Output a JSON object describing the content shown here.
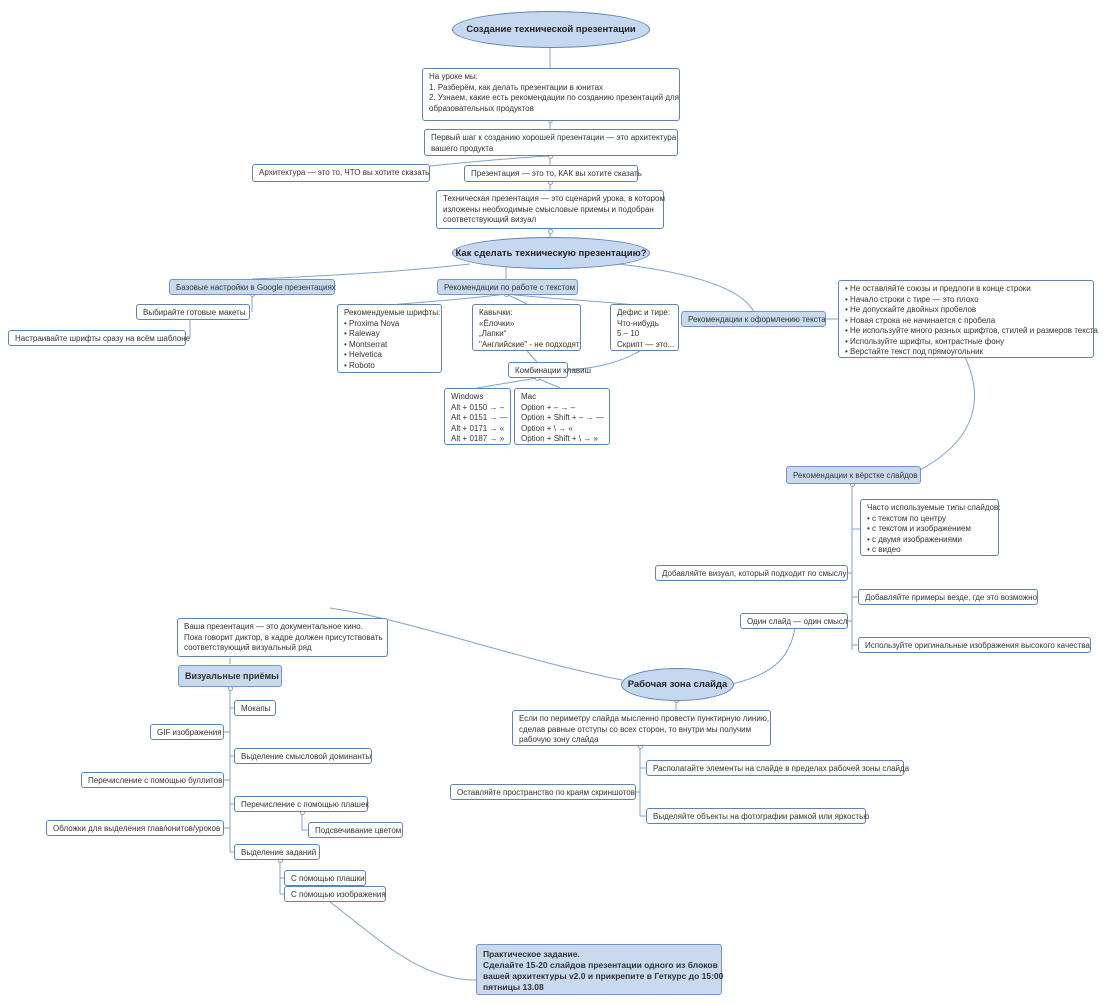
{
  "title": "Создание технической презентации",
  "intro": [
    "На уроке мы:",
    "1. Разберём, как делать презентации в юнитах",
    "2. Узнаем, какие есть рекомендации по созданию презентаций для",
    "образовательных продуктов"
  ],
  "first_step": [
    "Первый шаг к созданию хорошей презентации — это архитектура",
    "вашего продукта"
  ],
  "architecture": "Архитектура — это то, ЧТО вы хотите сказать",
  "presentation_how": "Презентация — это то, КАК вы хотите сказать",
  "tech_presentation": [
    "Техническая презентация — это сценарий урока, в котором",
    "изложены необходимые смысловые приемы и подобран",
    "соответствующий визуал"
  ],
  "how_to": "Как сделать техническую презентацию?",
  "google_settings": "Базовые настройки в Google презентациях",
  "choose_layouts": "Выбирайте готовые макеты",
  "setup_fonts": "Настраивайте шрифты сразу на всём шаблоне",
  "text_recs": "Рекомендации по работе с текстом",
  "fonts": [
    "Рекомендуемые шрифты:",
    "• Proxima Nova",
    "• Raleway",
    "• Montserrat",
    "• Helvetica",
    "• Roboto"
  ],
  "quotes": [
    "Кавычки:",
    "«Ёлочки»",
    "„Лапки“",
    "\"Английские\" - не подходят"
  ],
  "dashes": [
    "Дефис и тире:",
    "Что-нибудь",
    "5 – 10",
    "Скрипт — это..."
  ],
  "text_design": "Рекомендации к оформлению текста",
  "text_design_list": [
    "• Не оставляйте союзы и предлоги в конце строки",
    "• Начало строки с тире — это плохо",
    "• Не допускайте двойных пробелов",
    "• Новая строка не начинается с пробела",
    "• Не используйте много разных шрифтов, стилей и размеров текста",
    "• Используйте шрифты, контрастные фону",
    "• Верстайте текст под прямоугольник"
  ],
  "hotkeys": "Комбинации клавиш",
  "windows": [
    "Windows",
    "Alt + 0150 → –",
    "Alt + 0151 → —",
    "Alt + 0171 → «",
    "Alt + 0187 → »"
  ],
  "mac": [
    "Mac",
    "Option + – → –",
    "Option + Shift + – → —",
    "Option + \\ → «",
    "Option + Shift + \\ → »"
  ],
  "layout_recs": "Рекомендации к вёрстке слайдов",
  "slide_types": [
    "Часто используемые типы слайдов:",
    "• с текстом по центру",
    "• с текстом и изображением",
    "• с двумя изображениями",
    "• с видео"
  ],
  "add_visual": "Добавляйте визуал, который подходит по смыслу",
  "add_examples": "Добавляйте примеры везде, где это возможно",
  "one_slide": "Один слайд — один смысл",
  "original_images": "Используйте оригинальные изображения высокого качества",
  "documentary": [
    "Ваша презентация — это документальное кино.",
    "Пока говорит диктор, в кадре должен присутствовать",
    "соответствующий визуальный ряд"
  ],
  "visual_techniques": "Визуальные приёмы",
  "work_zone": "Рабочая зона слайда",
  "mockups": "Мокапы",
  "gif": "GIF изображения",
  "dominant": "Выделение смысловой доминанты",
  "bullets": "Перечисление с помощью буллитов",
  "plates": "Перечисление с помощью плашек",
  "color_highlight": "Подсвечивание цветом",
  "covers": "Обложки для выделения глав/юнитов/уроков",
  "tasks": "Выделение заданий",
  "with_plate": "С помощью плашки",
  "with_image": "С помощью изображения",
  "perimeter": [
    "Если по периметру слайда мысленно провести пунктирную линию,",
    "сделав равные отступы со всех сторон, то внутри мы получим",
    "рабочую зону слайда"
  ],
  "place_elements": "Располагайте элементы на слайде в пределах рабочей зоны слайда",
  "leave_space": "Оставляйте пространство по краям скриншотов",
  "highlight_objects": "Выделяйте объекты на фотографии рамкой или яркостью",
  "practice": [
    "Практическое задание.",
    "Сделайте 15-20 слайдов презентации одного из блоков",
    "вашей архитектуры v2.0 и прикрепите в Геткурс до 15:00",
    "пятницы 13.08"
  ]
}
